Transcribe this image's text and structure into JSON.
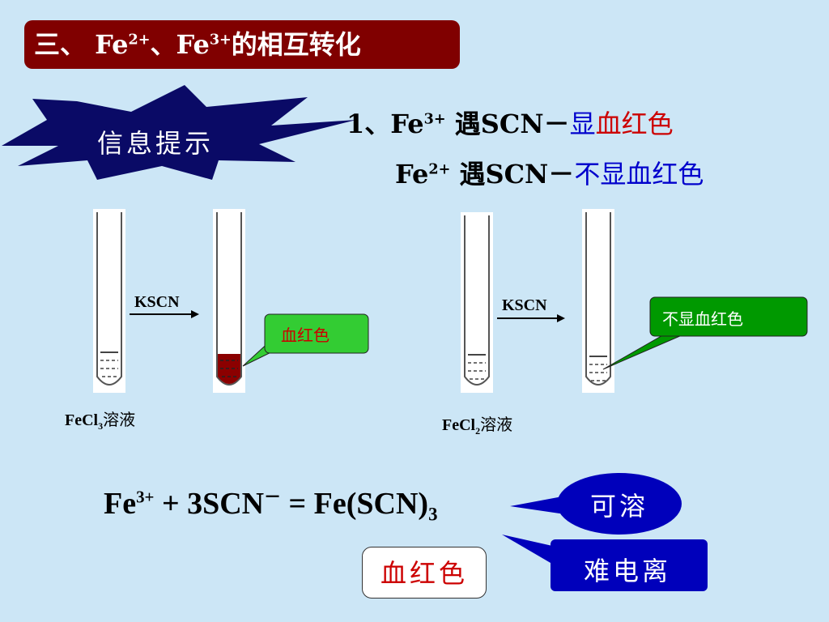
{
  "title": {
    "prefix": "三、 Fe",
    "sup1": "2+",
    "mid": "、Fe",
    "sup2": "3+",
    "suffix": "的相互转化"
  },
  "info_burst": {
    "label": "信息提示"
  },
  "facts": {
    "line1": {
      "prefix": "1、Fe",
      "sup": "3+",
      "mid": " 遇SCN",
      "minus": "－",
      "blue": "显",
      "red": "血红色"
    },
    "line2": {
      "prefix": "Fe",
      "sup": "2+",
      "mid": " 遇SCN",
      "minus": "－",
      "blue": "不显血红色"
    }
  },
  "left_experiment": {
    "reagent": "KSCN",
    "solution_main": "FeCl",
    "solution_sub": "3",
    "solution_suffix": "溶液",
    "result": "血红色",
    "colors": {
      "result_liquid": "#8b0000",
      "callout_bg": "#33cc33",
      "callout_text": "#cc0000"
    }
  },
  "right_experiment": {
    "reagent": "KSCN",
    "solution_main": "FeCl",
    "solution_sub": "2",
    "solution_suffix": "溶液",
    "result": "不显血红色",
    "colors": {
      "callout_bg": "#009900",
      "callout_text": "#ffffff"
    }
  },
  "equation": {
    "a": "Fe",
    "a_sup": "3+",
    "b": " + 3SCN",
    "b_sup": "－",
    "c": " =  Fe(SCN)",
    "c_sub": "3"
  },
  "product_color": "血红色",
  "callouts": {
    "soluble": "可溶",
    "hard_ionize": "难电离"
  },
  "colors": {
    "background": "#cce6f6",
    "title_bar": "#800000",
    "burst": "#0a0a66",
    "callout_blue": "#0000bb"
  }
}
